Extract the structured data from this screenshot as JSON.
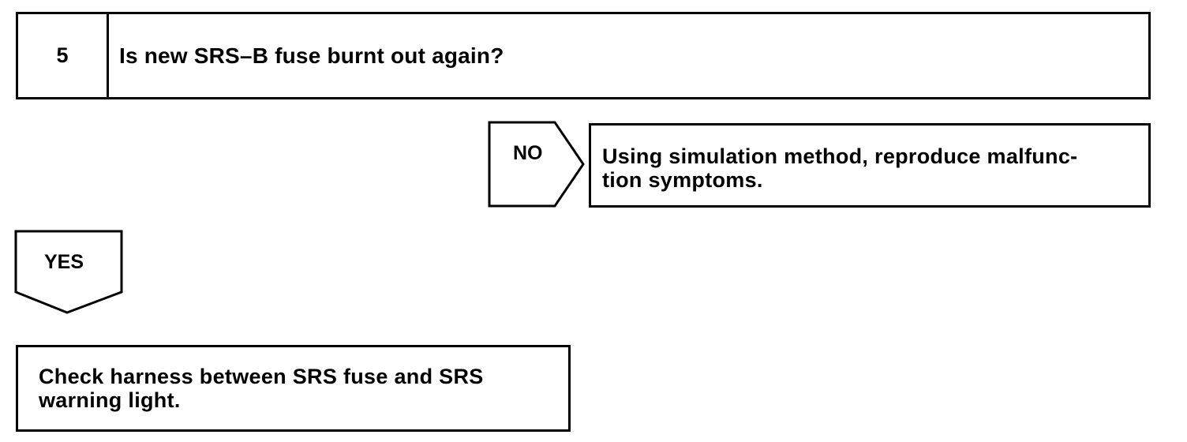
{
  "step": {
    "number": "5",
    "question": "Is new SRS–B fuse burnt out again?"
  },
  "no_branch": {
    "label": "NO",
    "action": "Using simulation method, reproduce malfunc-tion symptoms.",
    "action_line1": "Using simulation method, reproduce malfunc-",
    "action_line2": "tion symptoms."
  },
  "yes_branch": {
    "label": "YES",
    "action_line1": "Check harness between SRS fuse and SRS",
    "action_line2": "warning light."
  }
}
